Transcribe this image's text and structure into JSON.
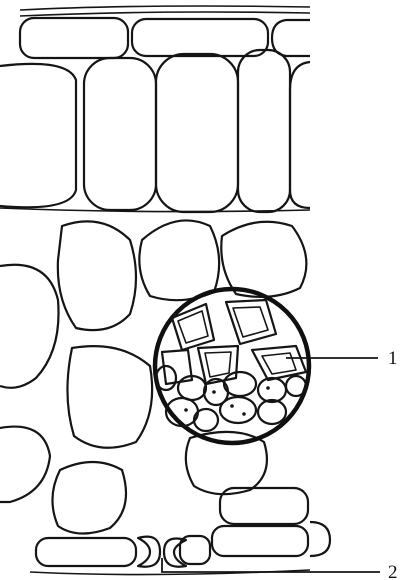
{
  "labels": [
    {
      "id": "1",
      "text": "1"
    },
    {
      "id": "2",
      "text": "2"
    }
  ],
  "colors": {
    "stroke": "#151515",
    "background": "#ffffff"
  }
}
